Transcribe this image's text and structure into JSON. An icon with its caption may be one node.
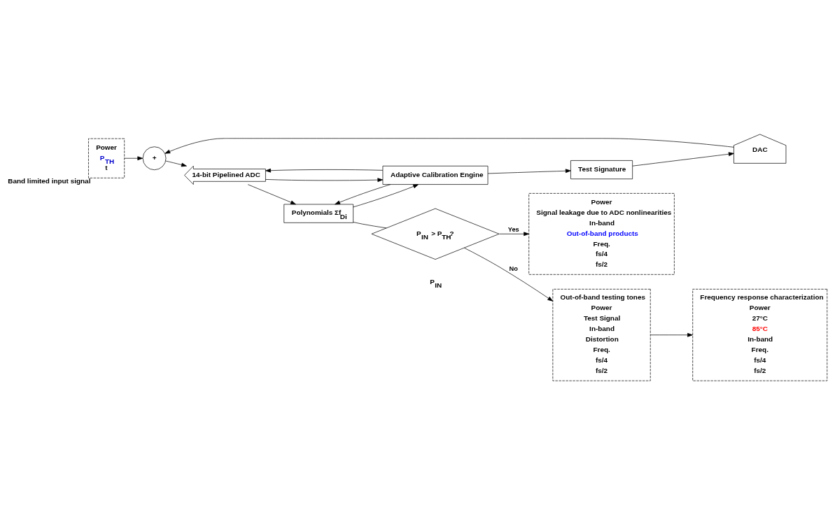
{
  "diagram": {
    "nodes": [
      {
        "text": [
          "Power",
          "P$_{TH}$",
          "t"
        ],
        "beside": [
          "Band limited input signal"
        ]
      },
      {
        "text": [
          "+"
        ]
      },
      {
        "text": [
          "14-bit Pipelined ADC"
        ]
      },
      {
        "text": [
          "Polynomials Σf$_{Di}$"
        ]
      },
      {
        "text": [
          "DAC"
        ]
      },
      {
        "text": [
          "Test Signature"
        ]
      },
      {
        "text": [
          "Adaptive Calibration Engine"
        ]
      },
      {
        "text": [
          "P$_{IN}$ > P$_{TH}$?"
        ]
      },
      {
        "text": [
          "Power",
          "Signal leakage due to ADC nonlinearities",
          "In-band",
          "Out-of-band products",
          "Freq.",
          "fs/4",
          "fs/2"
        ]
      },
      {
        "text": [
          "Out-of-band testing tones",
          "Power",
          "Test Signal",
          "In-band",
          "Distortion",
          "Freq.",
          "fs/4",
          "fs/2"
        ]
      },
      {
        "text": [
          "Frequency response characterization",
          "Power",
          "27°C",
          "85°C",
          "In-band",
          "Freq.",
          "fs/4",
          "fs/2"
        ]
      }
    ],
    "edges": [
      {
        "from": 0,
        "to": 1,
        "arrow": "to"
      },
      {
        "from": 4,
        "to": 1,
        "arrow": "to"
      },
      {
        "from": 1,
        "to": 2,
        "arrow": "to"
      },
      {
        "from": 2,
        "to": 3,
        "arrow": "to"
      },
      {
        "from": 6,
        "to": 2,
        "arrow": "to"
      },
      {
        "from": 2,
        "to": 6,
        "arrow": "to"
      },
      {
        "from": 6,
        "to": 3,
        "arrow": "to"
      },
      {
        "from": 3,
        "to": 6,
        "arrow": "to"
      },
      {
        "from": 3,
        "to": 7,
        "arrow": "none"
      },
      {
        "from": 6,
        "to": 5,
        "arrow": "to"
      },
      {
        "from": 5,
        "to": 4,
        "arrow": "to"
      },
      {
        "from": 7,
        "to": 8,
        "label": "Yes",
        "arrow": "to"
      },
      {
        "from": 7,
        "to": 9,
        "label": "No",
        "arrow": "to"
      },
      {
        "from": 9,
        "to": 10,
        "arrow": "to"
      }
    ],
    "labels": [
      "P$_{IN}$"
    ]
  }
}
